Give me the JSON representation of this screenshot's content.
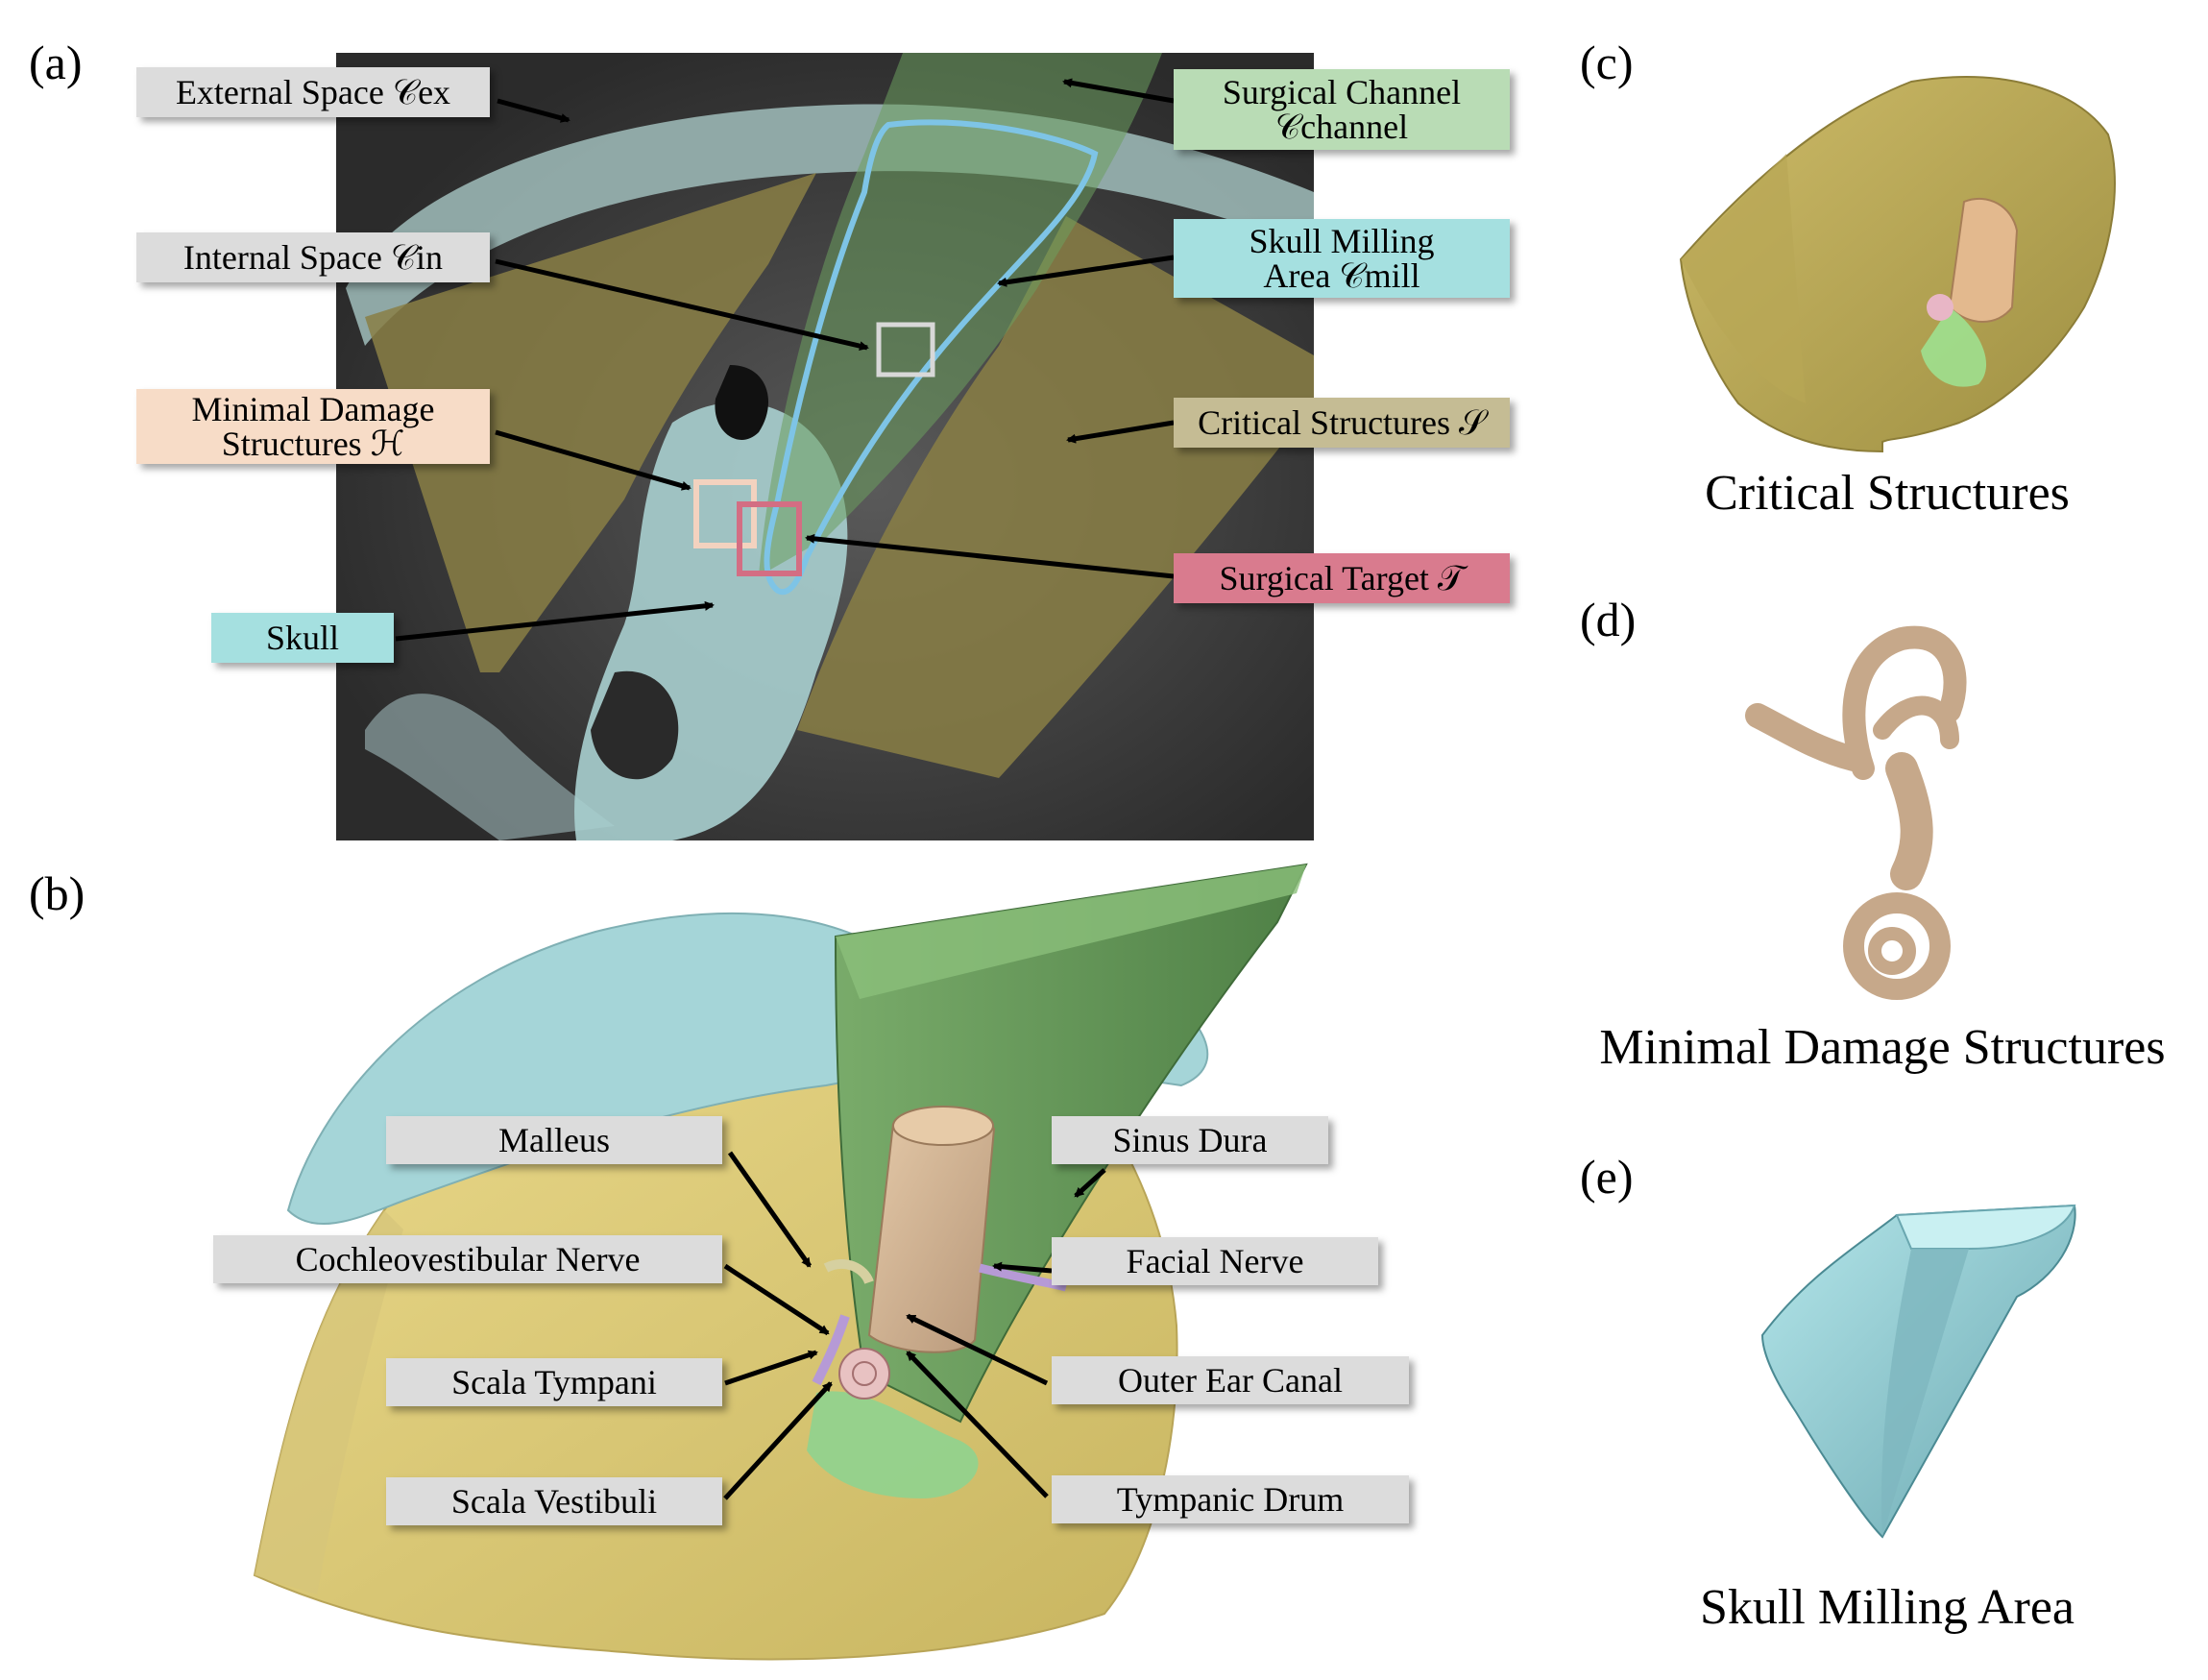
{
  "panels": {
    "a": {
      "letter": "(a)",
      "labels": {
        "external_space": "External Space 𝒞ex",
        "internal_space": "Internal Space 𝒞in",
        "minimal_damage_1": "Minimal Damage",
        "minimal_damage_2": "Structures ℋ",
        "skull": "Skull",
        "surgical_channel_1": "Surgical Channel",
        "surgical_channel_2": "𝒞channel",
        "skull_milling_1": "Skull Milling",
        "skull_milling_2": "Area 𝒞mill",
        "critical_structures": "Critical Structures 𝒮",
        "surgical_target": "Surgical Target 𝒯"
      }
    },
    "b": {
      "letter": "(b)",
      "labels": {
        "malleus": "Malleus",
        "cochleovestibular_nerve": "Cochleovestibular Nerve",
        "scala_tympani": "Scala Tympani",
        "scala_vestibuli": "Scala Vestibuli",
        "sinus_dura": "Sinus Dura",
        "facial_nerve": "Facial Nerve",
        "outer_ear_canal": "Outer Ear Canal",
        "tympanic_drum": "Tympanic Drum"
      }
    },
    "c": {
      "letter": "(c)",
      "caption": "Critical Structures"
    },
    "d": {
      "letter": "(d)",
      "caption": "Minimal Damage Structures"
    },
    "e": {
      "letter": "(e)",
      "caption": "Skull Milling Area"
    }
  },
  "colors": {
    "critical_structures": "#8a7f45",
    "surgical_channel": "#6c9f5e",
    "skull_milling": "#7ec4e6",
    "skull": "#a6dada",
    "minimal_damage": "#d8b79a",
    "surgical_target": "#d36e83",
    "internal_box": "#d8d8d8",
    "ct_background": "#3a3a3a"
  }
}
